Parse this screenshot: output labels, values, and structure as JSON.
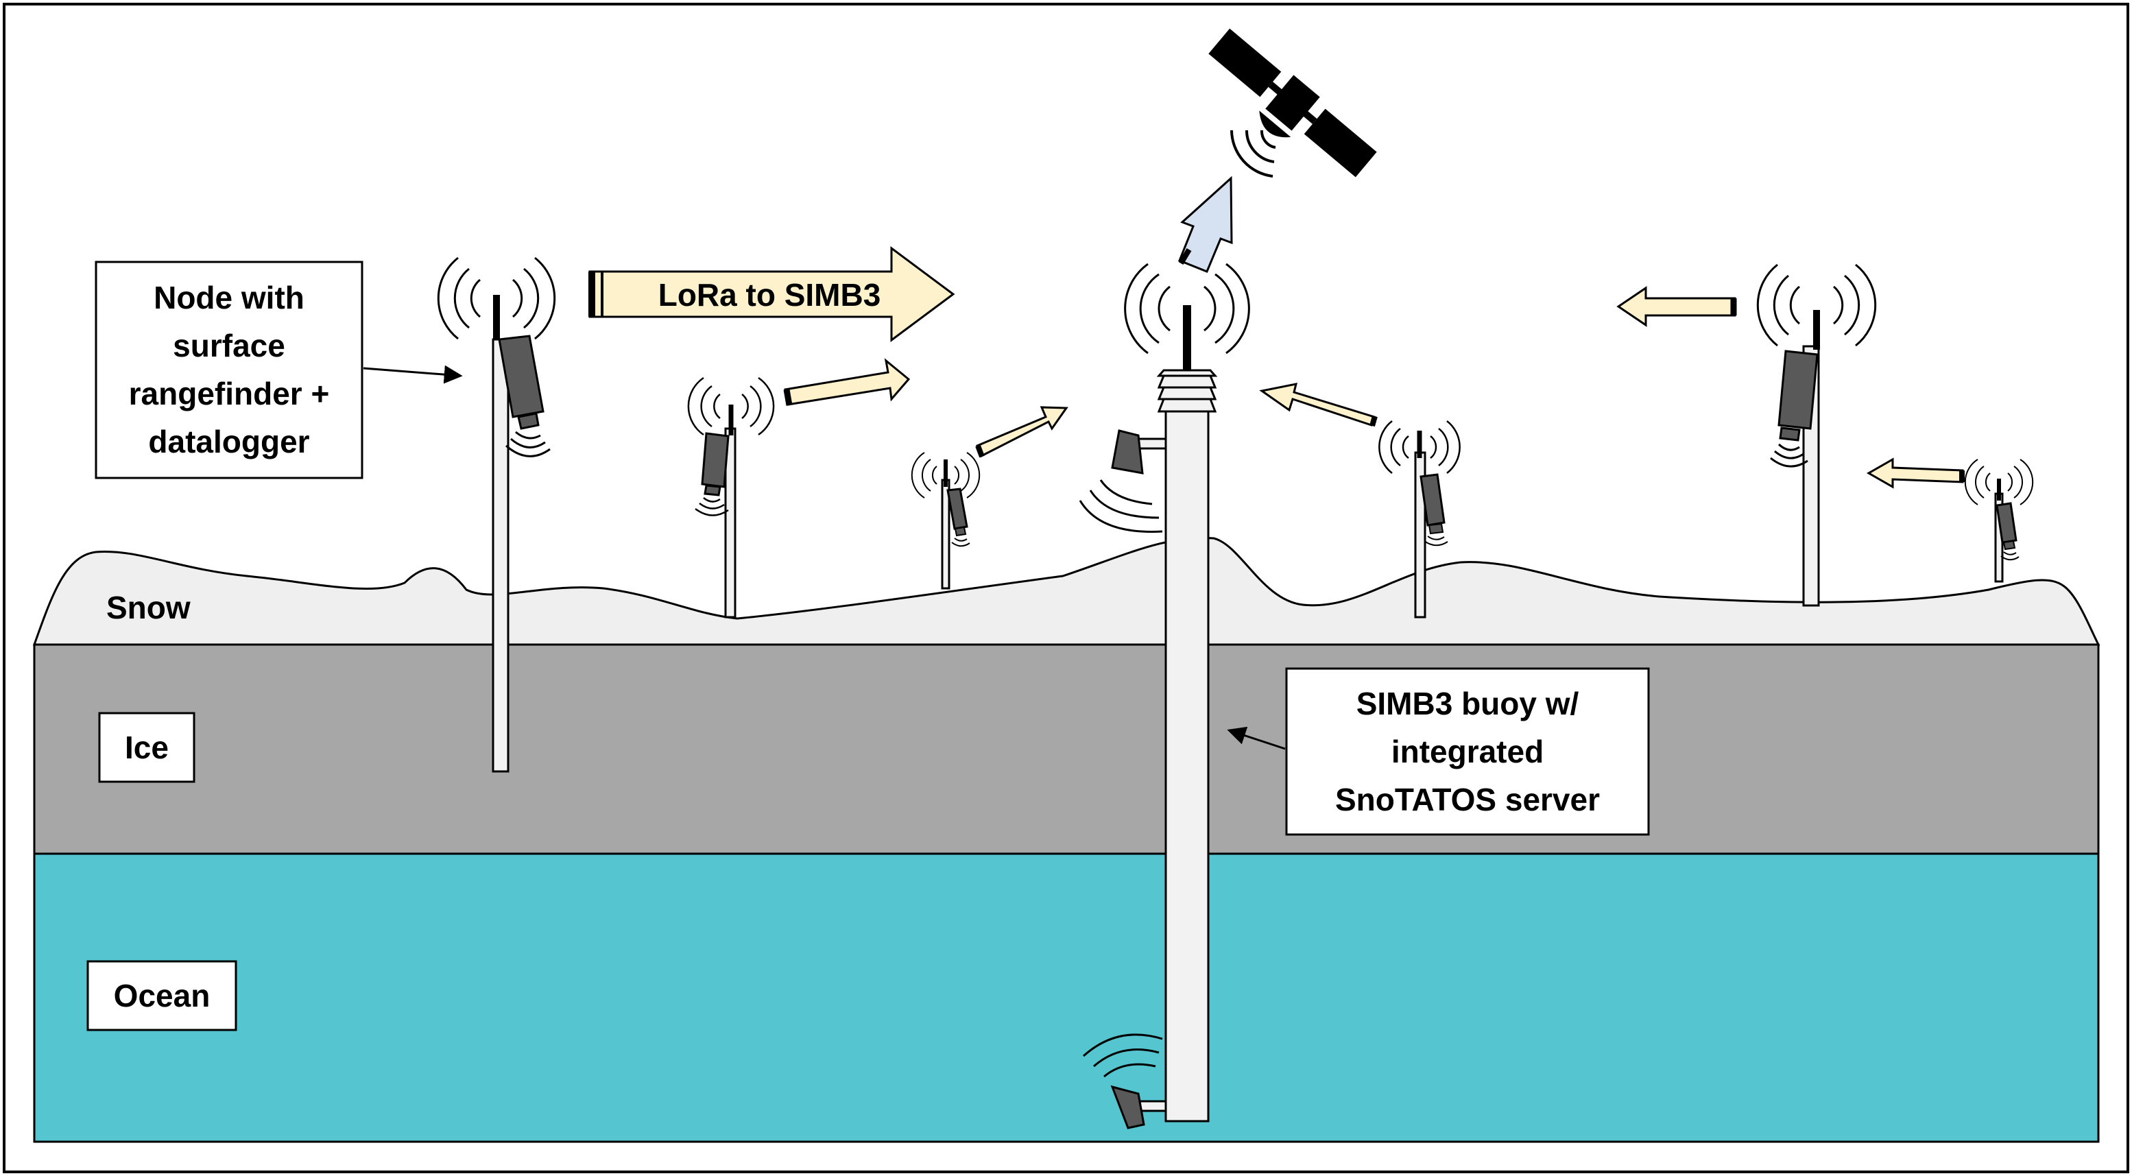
{
  "colors": {
    "snow": "#efefef",
    "ice": "#a7a7a7",
    "ocean": "#55c5cf",
    "lora_arrow": "#fdf2cc",
    "satellite_arrow": "#d6e2f2",
    "sensor": "#595959",
    "pole": "#f2f2f2",
    "outline": "#000000"
  },
  "layers": {
    "snow": "Snow",
    "ice": "Ice",
    "ocean": "Ocean"
  },
  "callouts": {
    "node": [
      "Node with",
      "surface",
      "rangefinder +",
      "datalogger"
    ],
    "buoy": [
      "SIMB3 buoy w/",
      "integrated",
      "SnoTATOS server"
    ]
  },
  "lora_label": "LoRa to SIMB3",
  "icons": [
    "antenna-icon",
    "radio-wave-icon",
    "rangefinder-sensor-icon",
    "satellite-icon",
    "uplink-arrow-icon",
    "lora-arrow-icon"
  ]
}
